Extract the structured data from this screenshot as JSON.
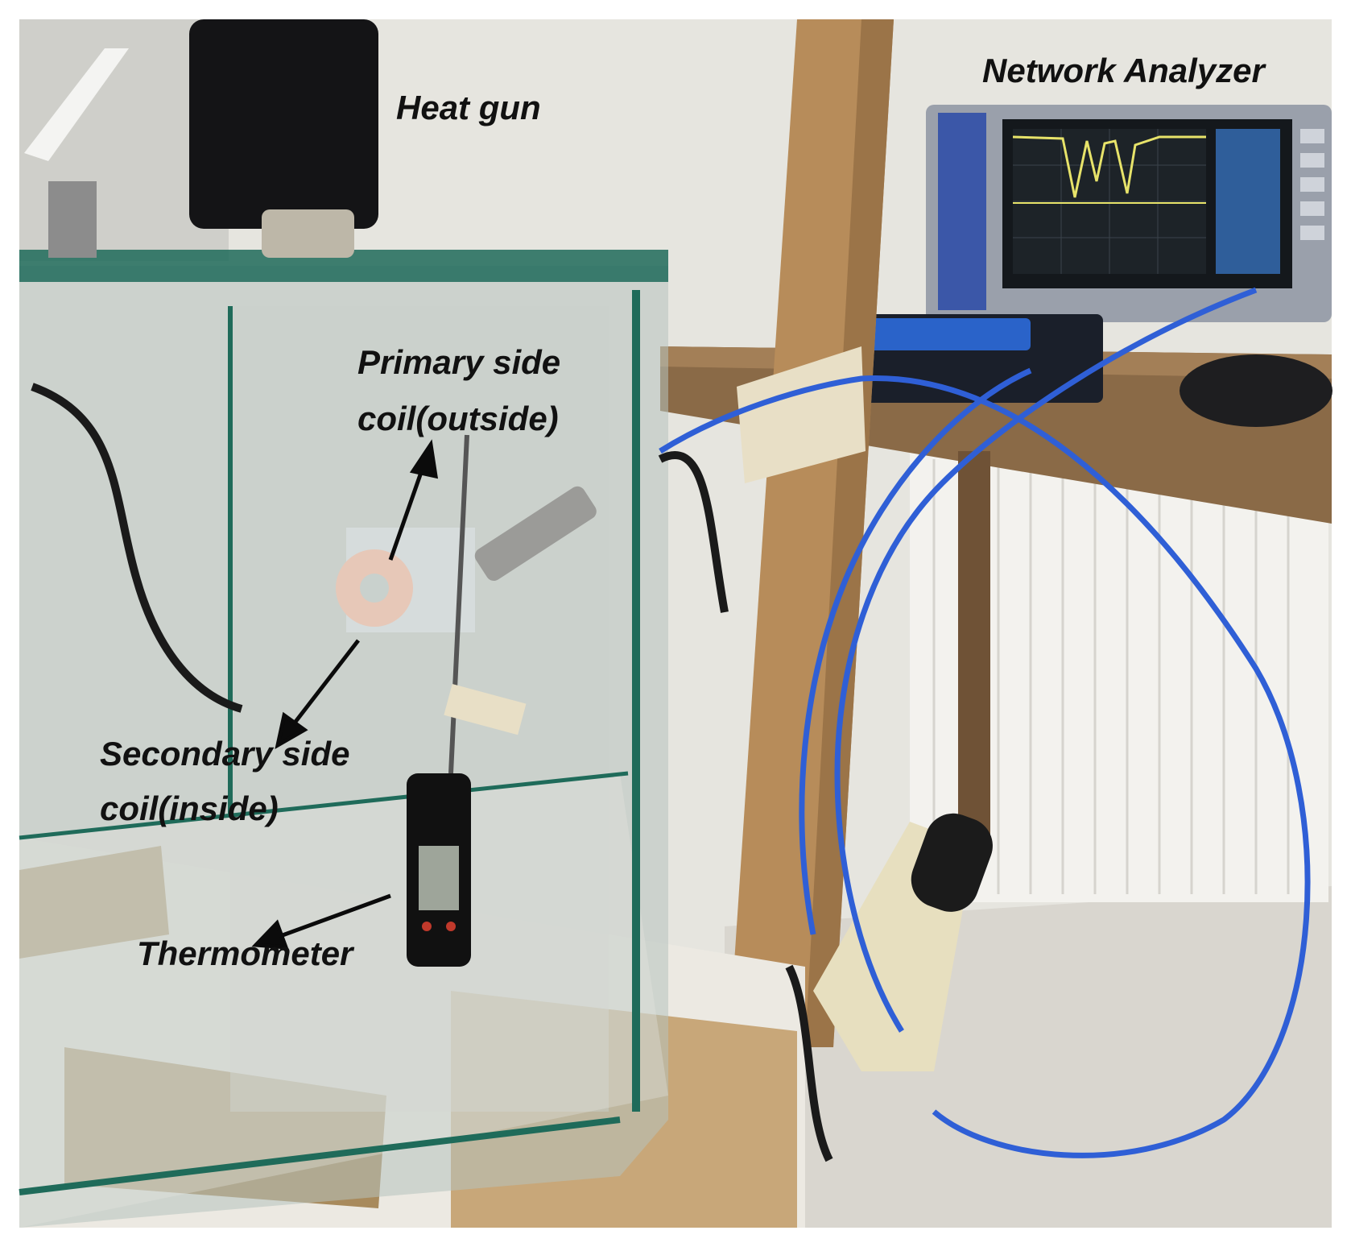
{
  "labels": {
    "heat_gun": "Heat gun",
    "network_analyzer": "Network Analyzer",
    "primary_line1": "Primary side",
    "primary_line2": "coil(outside)",
    "secondary_line1": "Secondary side",
    "secondary_line2": "coil(inside)",
    "thermometer": "Thermometer"
  },
  "colors": {
    "cable_blue": "#2f5fd6",
    "wood": "#b78c5a",
    "glass_edge": "#1f6b5a",
    "wall": "#e6e5df"
  }
}
